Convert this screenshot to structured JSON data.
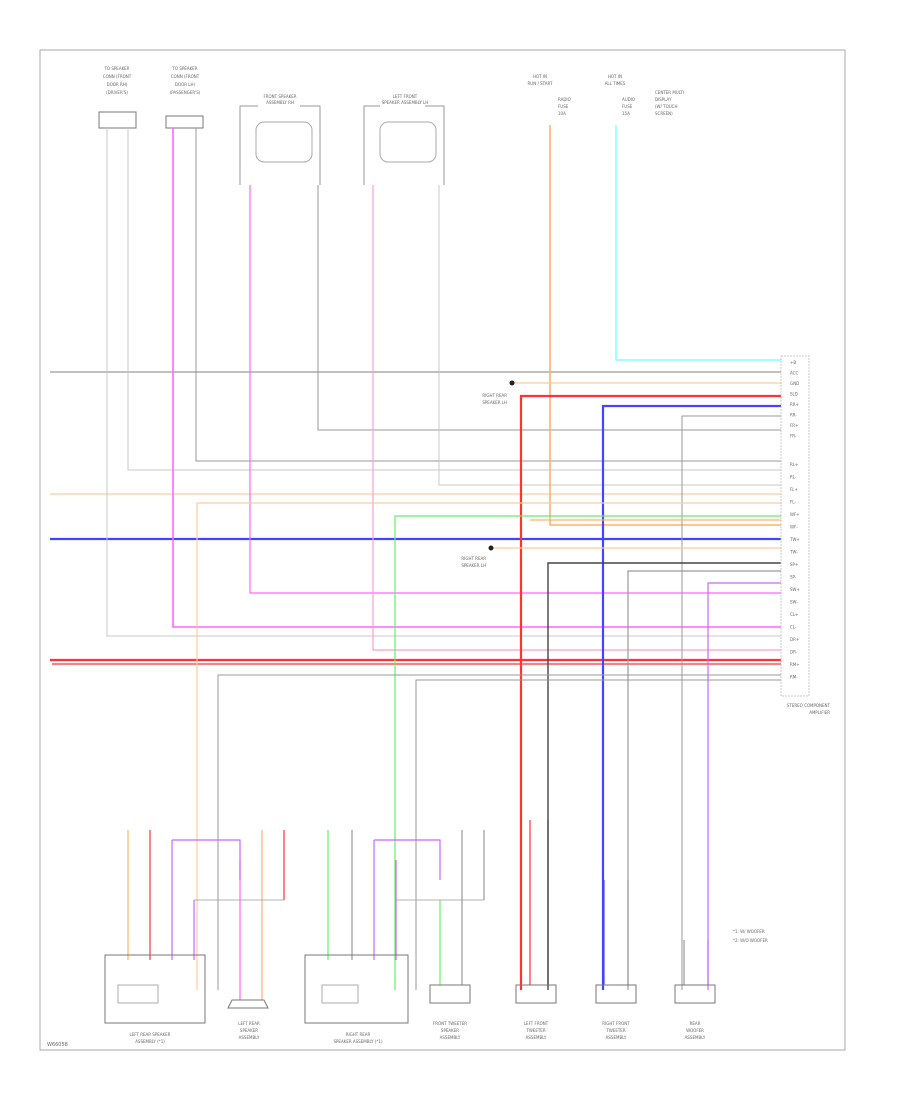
{
  "page_label": "W66058",
  "top_connectors": {
    "left_1": [
      "TO SPEAKER",
      "CONN (FRONT",
      "DOOR RH)",
      "(DRIVER'S)"
    ],
    "left_2": [
      "TO SPEAKER",
      "CONN (FRONT",
      "DOOR LH)",
      "(PASSENGER'S)"
    ],
    "front_speaker_rh": [
      "FRONT SPEAKER",
      "ASSEMBLY RH"
    ],
    "front_speaker_lh": [
      "LEFT FRONT",
      "SPEAKER ASSEMBLY LH"
    ],
    "hot_run_1": [
      "HOT IN",
      "RUN / START"
    ],
    "hot_run_2": [
      "HOT IN",
      "ALL TIMES"
    ],
    "fuse_1": [
      "RADIO",
      "FUSE",
      "10A"
    ],
    "fuse_2": [
      "AUDIO",
      "FUSE",
      "15A"
    ],
    "note_right": [
      "CENTER MULTI",
      "DISPLAY",
      "(W/ TOUCH",
      "SCREEN)"
    ]
  },
  "splices": {
    "s1": [
      "RIGHT REAR",
      "SPEAKER LH"
    ],
    "s2": [
      "RIGHT REAR",
      "SPEAKER LH"
    ]
  },
  "module": {
    "title": [
      "STEREO COMPONENT",
      "AMPLIFIER"
    ],
    "pins_upper": [
      "+B",
      "ACC",
      "GND",
      "SLD",
      "RR+",
      "RR-",
      "FR+",
      "FR-"
    ],
    "pins_lower": [
      "RL+",
      "RL-",
      "FL+",
      "FL-",
      "WF+",
      "WF-",
      "TW+",
      "TW-",
      "SP+",
      "SP-",
      "SW+",
      "SW-",
      "CL+",
      "CL-",
      "DR+",
      "DR-",
      "RM+",
      "RM-"
    ]
  },
  "bottom_components": {
    "c1": [
      "LEFT REAR SPEAKER",
      "ASSEMBLY (*1)"
    ],
    "c2": [
      "LEFT REAR",
      "SPEAKER",
      "ASSEMBLY"
    ],
    "c3": [
      "RIGHT REAR",
      "SPEAKER ASSEMBLY (*1)"
    ],
    "c4": [
      "FRONT TWEETER",
      "SPEAKER",
      "ASSEMBLY"
    ],
    "c5": [
      "LEFT FRONT",
      "TWEETER",
      "ASSEMBLY"
    ],
    "c6": [
      "RIGHT FRONT",
      "TWEETER",
      "ASSEMBLY"
    ],
    "c7": [
      "REAR",
      "WOOFER",
      "ASSEMBLY"
    ]
  },
  "legend": [
    "*1: W/ WOOFER",
    "*2: W/O WOOFER"
  ],
  "colors": {
    "gray": "#9a9a9a",
    "light_gray": "#c8c8c8",
    "magenta": "#ff66ff",
    "pink": "#ff9ecf",
    "orange": "#ffb266",
    "red": "#ff3333",
    "blue": "#4444ff",
    "green": "#66ee66",
    "cyan": "#88ffff",
    "black": "#444444",
    "light_orange": "#ffcc99",
    "purple": "#cc66ff"
  }
}
